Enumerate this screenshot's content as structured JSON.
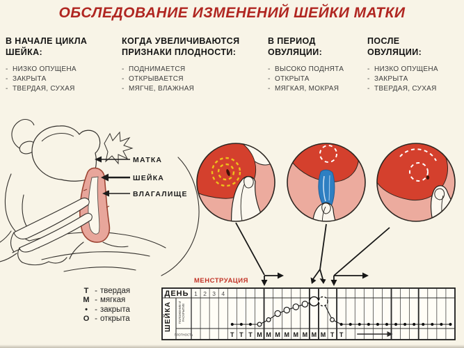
{
  "title": "ОБСЛЕДОВАНИЕ ИЗМЕНЕНИЙ ШЕЙКИ МАТКИ",
  "info_columns": [
    {
      "heading": "В НАЧАЛЕ ЦИКЛА ШЕЙКА:",
      "items": [
        "НИЗКО ОПУЩЕНА",
        "ЗАКРЫТА",
        "ТВЕРДАЯ, СУХАЯ"
      ]
    },
    {
      "heading": "КОГДА УВЕЛИЧИВАЮТСЯ ПРИЗНАКИ ПЛОДНОСТИ:",
      "items": [
        "ПОДНИМАЕТСЯ",
        "ОТКРЫВАЕТСЯ",
        "МЯГЧЕ, ВЛАЖНАЯ"
      ]
    },
    {
      "heading": "В ПЕРИОД ОВУЛЯЦИИ:",
      "items": [
        "ВЫСОКО ПОДНЯТА",
        "ОТКРЫТА",
        "МЯГКАЯ, МОКРАЯ"
      ]
    },
    {
      "heading": "ПОСЛЕ ОВУЛЯЦИИ:",
      "items": [
        "НИЗКО ОПУЩЕНА",
        "ЗАКРЫТА",
        "ТВЕРДАЯ, СУХАЯ"
      ]
    }
  ],
  "anatomy": {
    "labels": [
      "МАТКА",
      "ШЕЙКА",
      "ВЛАГАЛИЩЕ"
    ]
  },
  "legend": [
    {
      "symbol": "Т",
      "text": "твердая"
    },
    {
      "symbol": "М",
      "text": "мягкая"
    },
    {
      "symbol": "•",
      "text": "закрыта"
    },
    {
      "symbol": "О",
      "text": "открыта"
    }
  ],
  "chart_data": {
    "type": "line",
    "menstruation_label": "МЕНСТРУАЦИЯ",
    "day_row_label": "ДЕНЬ",
    "cervix_axis_label": "ШЕЙКА",
    "position_row_label_line1": "ПОЛОЖЕНИЕ И",
    "position_row_label_line2": "РАСКРЫТИЕ",
    "firmness_row_label": "ПЛОТНОСТЬ",
    "day_numbers": [
      "1",
      "2",
      "3",
      "4"
    ],
    "num_columns": 29,
    "menstruation_days": 4,
    "firmness_by_column": [
      "",
      "",
      "",
      "",
      "Т",
      "Т",
      "Т",
      "М",
      "М",
      "М",
      "М",
      "М",
      "М",
      "М",
      "М",
      "Т",
      "Т",
      "",
      "",
      "",
      "",
      "",
      "",
      "",
      "",
      "",
      "",
      "",
      ""
    ],
    "points": [
      {
        "col": 5,
        "marker": "dot",
        "level": 0
      },
      {
        "col": 6,
        "marker": "dot",
        "level": 0
      },
      {
        "col": 7,
        "marker": "dot",
        "level": 0
      },
      {
        "col": 8,
        "marker": "open_small",
        "level": 0
      },
      {
        "col": 9,
        "marker": "open_small",
        "level": 0.2
      },
      {
        "col": 10,
        "marker": "open",
        "level": 0.47
      },
      {
        "col": 11,
        "marker": "open",
        "level": 0.62
      },
      {
        "col": 12,
        "marker": "open",
        "level": 0.76
      },
      {
        "col": 13,
        "marker": "open",
        "level": 0.88
      },
      {
        "col": 14,
        "marker": "open_large",
        "level": 1
      },
      {
        "col": 15,
        "marker": "open_large_dashed",
        "level": 1
      },
      {
        "col": 16,
        "marker": "open_small",
        "level": 0.2
      },
      {
        "col": 17,
        "marker": "dot",
        "level": 0
      },
      {
        "col": 18,
        "marker": "dot",
        "level": 0
      },
      {
        "col": 19,
        "marker": "dot",
        "level": 0
      },
      {
        "col": 20,
        "marker": "dot",
        "level": 0
      },
      {
        "col": 21,
        "marker": "dot",
        "level": 0
      },
      {
        "col": 22,
        "marker": "dot",
        "level": 0
      },
      {
        "col": 23,
        "marker": "dot",
        "level": 0
      },
      {
        "col": 24,
        "marker": "dot",
        "level": 0
      },
      {
        "col": 25,
        "marker": "dot",
        "level": 0
      },
      {
        "col": 26,
        "marker": "dot",
        "level": 0
      },
      {
        "col": 27,
        "marker": "dot",
        "level": 0
      },
      {
        "col": 28,
        "marker": "dot",
        "level": 0
      },
      {
        "col": 29,
        "marker": "dot",
        "level": 0
      }
    ],
    "letters_arrow": {
      "from_col": 19,
      "to_col": 22
    },
    "thick_boundaries_after_cols": [
      8,
      13,
      14,
      16,
      22,
      25
    ]
  },
  "colors": {
    "background": "#f8f4e7",
    "title_red": "#b02621",
    "menstruation_red": "#c23327",
    "cervix_red": "#d4402d",
    "disc_pink": "#ecab9e",
    "mucus_blue": "#2e7fc2",
    "mark_yellow": "#eec11b",
    "text_dark": "#1c1c1c"
  }
}
